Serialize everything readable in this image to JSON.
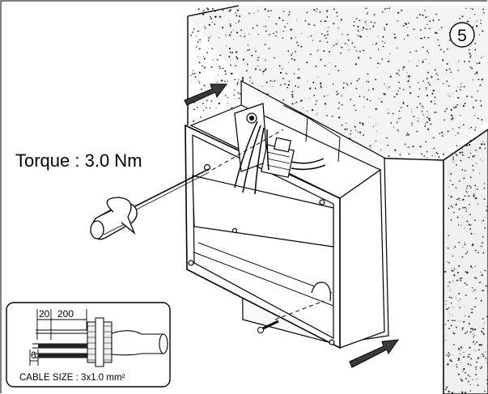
{
  "step": {
    "number": "5"
  },
  "torque": {
    "label": "Torque : 3.0 Nm"
  },
  "cable_inset": {
    "dim_strip": "20",
    "dim_sheath": "200",
    "dim_end": "6",
    "caption": "CABLE SIZE : 3x1.0 mm²"
  }
}
